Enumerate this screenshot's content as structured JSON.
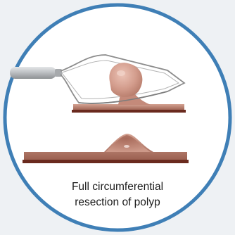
{
  "caption": {
    "line1": "Full circumferential",
    "line2": "resection of polyp"
  },
  "colors": {
    "ring": "#3f7fb6",
    "ring_bg": "#ffffff",
    "outer_bg": "#eef1f4",
    "tissue_top": "#c89484",
    "tissue_mid": "#a86d5e",
    "tissue_base": "#6a2a1e",
    "polyp": "#d8a597",
    "snare_wire": "#8c8c8c",
    "catheter": "#b9bcbf"
  },
  "illustration": {
    "panel_1": "snare around polyp",
    "panel_2": "tissue after resection"
  }
}
